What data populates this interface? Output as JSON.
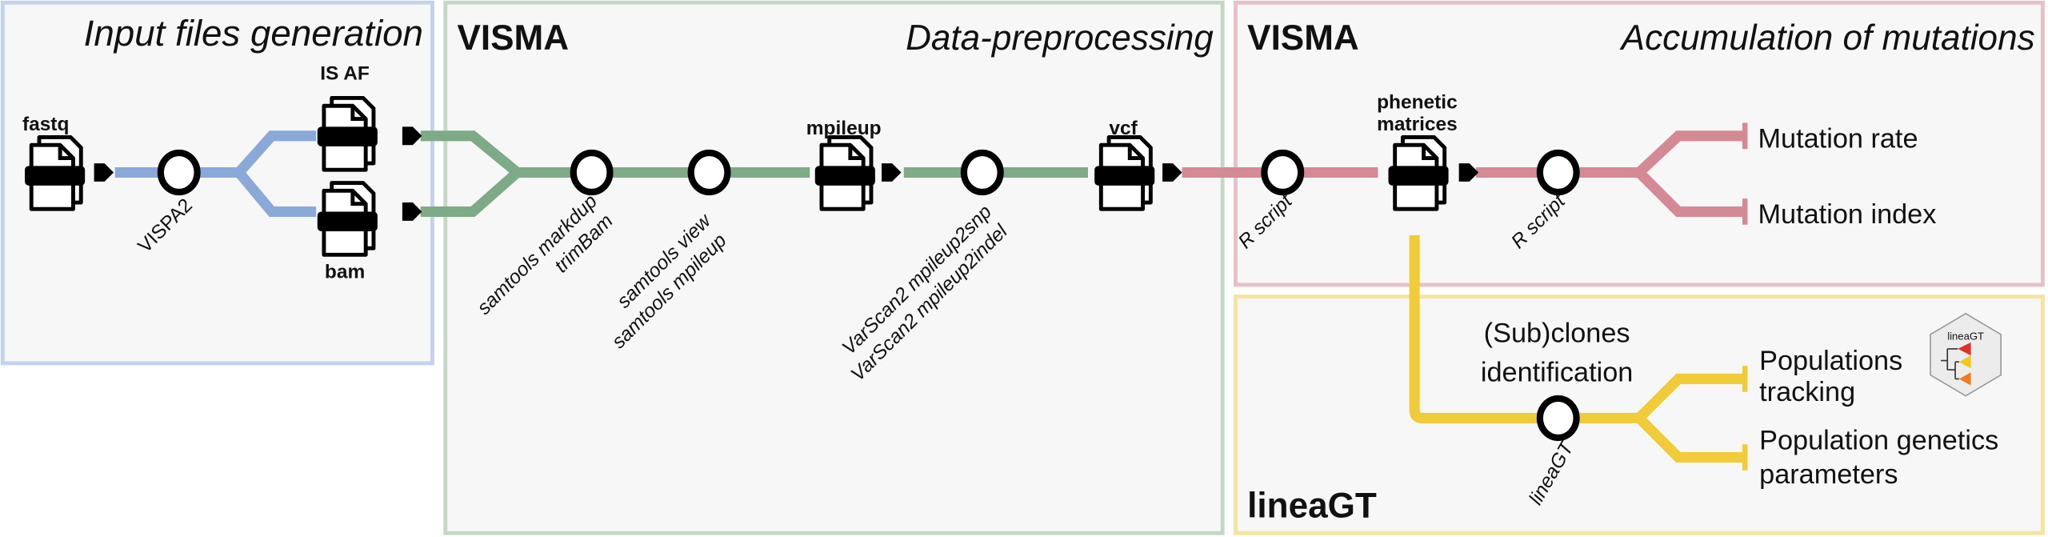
{
  "colors": {
    "blue": "#8aa8d8",
    "green": "#7faa88",
    "pink": "#d48a95",
    "yellow": "#f0cc3a",
    "blue_border": "#c3d3ec",
    "green_border": "#c3d9c6",
    "pink_border": "#e8c1c8",
    "yellow_border": "#f5e4a0",
    "panel_bg": "#f7f7f7"
  },
  "panels": {
    "input": {
      "title": "Input files generation"
    },
    "preprocessing": {
      "tool": "VISMA",
      "title": "Data-preprocessing"
    },
    "accumulation": {
      "tool": "VISMA",
      "title": "Accumulation of mutations"
    },
    "lineagt": {
      "tool": "lineaGT"
    }
  },
  "files": {
    "fastq": "fastq",
    "isaf": "IS AF",
    "bam": "bam",
    "mpileup": "mpileup",
    "vcf": "vcf",
    "phenetic1": "phenetic",
    "phenetic2": "matrices"
  },
  "steps": {
    "vispa2": "VISPA2",
    "markdup1": "samtools markdup",
    "markdup2": "trimBam",
    "view1": "samtools view",
    "view2": "samtools mpileup",
    "varscan1": "VarScan2 mpileup2snp",
    "varscan2": "VarScan2 mpileup2indel",
    "rscript1": "R script",
    "rscript2": "R script",
    "lineagt": "lineaGT"
  },
  "outputs": {
    "mutation_rate": "Mutation rate",
    "mutation_index": "Mutation index",
    "subclones1": "(Sub)clones",
    "subclones2": "identification",
    "pop_tracking1": "Populations",
    "pop_tracking2": "tracking",
    "pop_gen1": "Population genetics",
    "pop_gen2": "parameters"
  },
  "logo": {
    "text": "lineaGT",
    "icon": "lineagt-logo-hexagon"
  }
}
